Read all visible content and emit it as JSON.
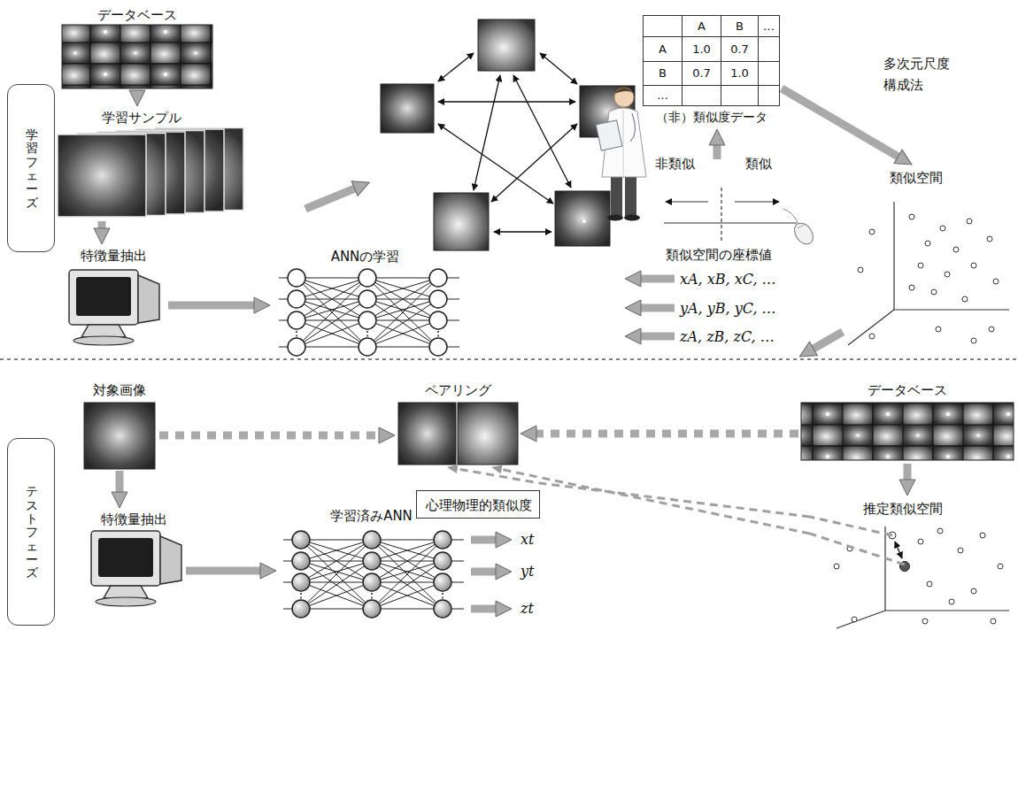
{
  "diagram": {
    "nodes": [
      {
        "text": [
          "学習フェーズ"
        ]
      },
      {
        "text": [
          "データベース"
        ]
      },
      {
        "text": [
          "学習サンプル"
        ]
      },
      {
        "text": [
          "特徴量抽出"
        ]
      },
      {
        "text": [
          "ANNの学習"
        ]
      },
      {
        "text": [
          "A",
          "B",
          "…",
          "A",
          "1.0",
          "0.7",
          "B",
          "0.7",
          "1.0",
          "…",
          "（非）類似度データ"
        ]
      },
      {
        "text": [
          "類似空間"
        ]
      },
      {
        "text": [
          "テストフェーズ"
        ]
      },
      {
        "text": [
          "対象画像"
        ]
      },
      {
        "text": [
          "ペアリング"
        ]
      },
      {
        "text": [
          "データベース"
        ]
      },
      {
        "text": [
          "心理物理的類似度"
        ]
      },
      {
        "text": [
          "特徴量抽出"
        ]
      },
      {
        "text": [
          "学習済みANN"
        ]
      },
      {
        "text": [
          "推定類似空間"
        ]
      }
    ],
    "edges": [
      {
        "from": 1,
        "to": 2,
        "arrow": "to"
      },
      {
        "from": 2,
        "to": 3,
        "arrow": "to"
      },
      {
        "from": 3,
        "to": 4,
        "arrow": "to"
      },
      {
        "from": 5,
        "to": 6,
        "label": "多次元尺度構成法",
        "arrow": "to"
      },
      {
        "from": 8,
        "to": 9,
        "arrow": "to"
      },
      {
        "from": 10,
        "to": 9,
        "arrow": "to"
      },
      {
        "from": 10,
        "to": 14,
        "arrow": "to"
      },
      {
        "from": 14,
        "to": 9,
        "arrow": "to"
      },
      {
        "from": 14,
        "to": 9,
        "arrow": "to"
      },
      {
        "from": 12,
        "to": 13,
        "arrow": "to"
      },
      {
        "from": 8,
        "to": 12,
        "arrow": "to"
      }
    ],
    "labels": [
      "非類似",
      "類似",
      "類似空間の座標値",
      "xA, xB, xC, …",
      "yA, yB, yC, …",
      "zA, zB, zC, …",
      "xt",
      "yt",
      "zt"
    ]
  }
}
